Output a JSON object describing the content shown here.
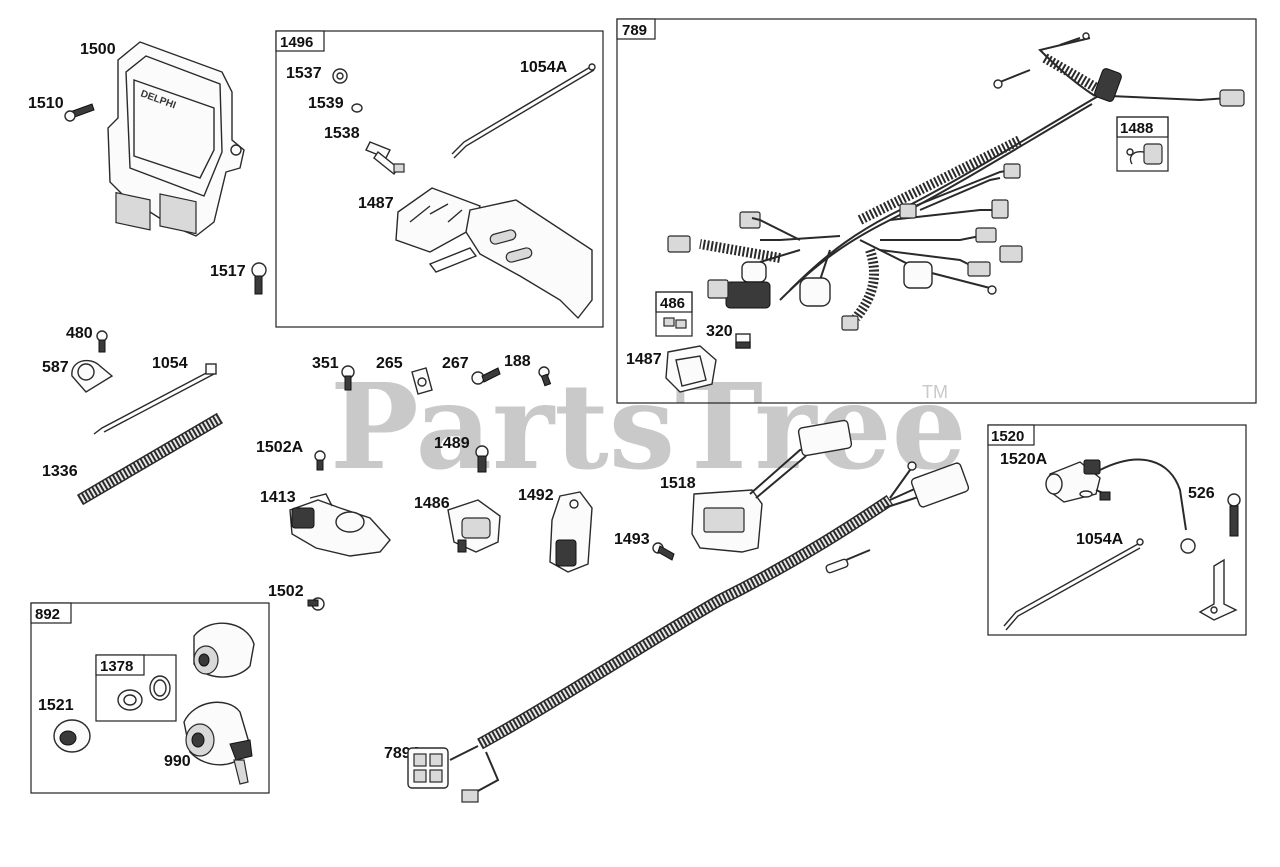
{
  "watermark": {
    "text": "PartsTree",
    "tm": "TM"
  },
  "groups": {
    "g1496": "1496",
    "g789": "789",
    "g1488": "1488",
    "g486": "486",
    "g1520": "1520",
    "g892": "892",
    "g1378": "1378"
  },
  "labels": {
    "p1500": "1500",
    "p1510": "1510",
    "p1517": "1517",
    "p1537": "1537",
    "p1539": "1539",
    "p1538": "1538",
    "p1054A_top": "1054A",
    "p1487_top": "1487",
    "p480": "480",
    "p587": "587",
    "p1054": "1054",
    "p1336": "1336",
    "p351": "351",
    "p265": "265",
    "p267": "267",
    "p188": "188",
    "p1502A": "1502A",
    "p1489": "1489",
    "p1413": "1413",
    "p1486": "1486",
    "p1492": "1492",
    "p1518": "1518",
    "p1493": "1493",
    "p1502": "1502",
    "p320": "320",
    "p1487_mid": "1487",
    "p1520A": "1520A",
    "p526": "526",
    "p1054A_right": "1054A",
    "p1521": "1521",
    "p990": "990",
    "p789A": "789A"
  },
  "ecu_brand": "DELPHI"
}
